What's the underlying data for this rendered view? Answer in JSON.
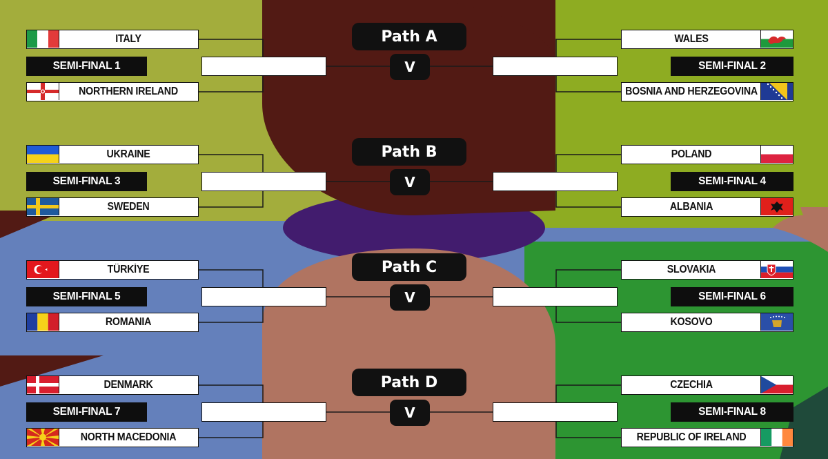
{
  "paths": [
    {
      "label": "Path A",
      "versus": "V",
      "left": {
        "team1": {
          "name": "ITALY",
          "flag": "italy-flag"
        },
        "semi_final": "SEMI-FINAL 1",
        "team2": {
          "name": "NORTHERN IRELAND",
          "flag": "northern-ireland-flag"
        }
      },
      "right": {
        "team1": {
          "name": "WALES",
          "flag": "wales-flag"
        },
        "semi_final": "SEMI-FINAL 2",
        "team2": {
          "name": "BOSNIA AND HERZEGOVINA",
          "flag": "bosnia-and-herzegovina-flag"
        }
      }
    },
    {
      "label": "Path B",
      "versus": "V",
      "left": {
        "team1": {
          "name": "UKRAINE",
          "flag": "ukraine-flag"
        },
        "semi_final": "SEMI-FINAL 3",
        "team2": {
          "name": "SWEDEN",
          "flag": "sweden-flag"
        }
      },
      "right": {
        "team1": {
          "name": "POLAND",
          "flag": "poland-flag"
        },
        "semi_final": "SEMI-FINAL 4",
        "team2": {
          "name": "ALBANIA",
          "flag": "albania-flag"
        }
      }
    },
    {
      "label": "Path C",
      "versus": "V",
      "left": {
        "team1": {
          "name": "TÜRKİYE",
          "flag": "turkiye-flag"
        },
        "semi_final": "SEMI-FINAL 5",
        "team2": {
          "name": "ROMANIA",
          "flag": "romania-flag"
        }
      },
      "right": {
        "team1": {
          "name": "SLOVAKIA",
          "flag": "slovakia-flag"
        },
        "semi_final": "SEMI-FINAL 6",
        "team2": {
          "name": "KOSOVO",
          "flag": "kosovo-flag"
        }
      }
    },
    {
      "label": "Path D",
      "versus": "V",
      "left": {
        "team1": {
          "name": "DENMARK",
          "flag": "denmark-flag"
        },
        "semi_final": "SEMI-FINAL 7",
        "team2": {
          "name": "NORTH MACEDONIA",
          "flag": "north-macedonia-flag"
        }
      },
      "right": {
        "team1": {
          "name": "CZECHIA",
          "flag": "czechia-flag"
        },
        "semi_final": "SEMI-FINAL 8",
        "team2": {
          "name": "REPUBLIC OF IRELAND",
          "flag": "republic-of-ireland-flag"
        }
      }
    }
  ],
  "colors": {
    "olive": "#a3ad3c",
    "lime": "#8eac22",
    "maroon": "#521a14",
    "blue": "#6480bb",
    "purple": "#421c6e",
    "salmon": "#b07461",
    "green": "#2d9532",
    "dark": "#0e0e0e"
  }
}
